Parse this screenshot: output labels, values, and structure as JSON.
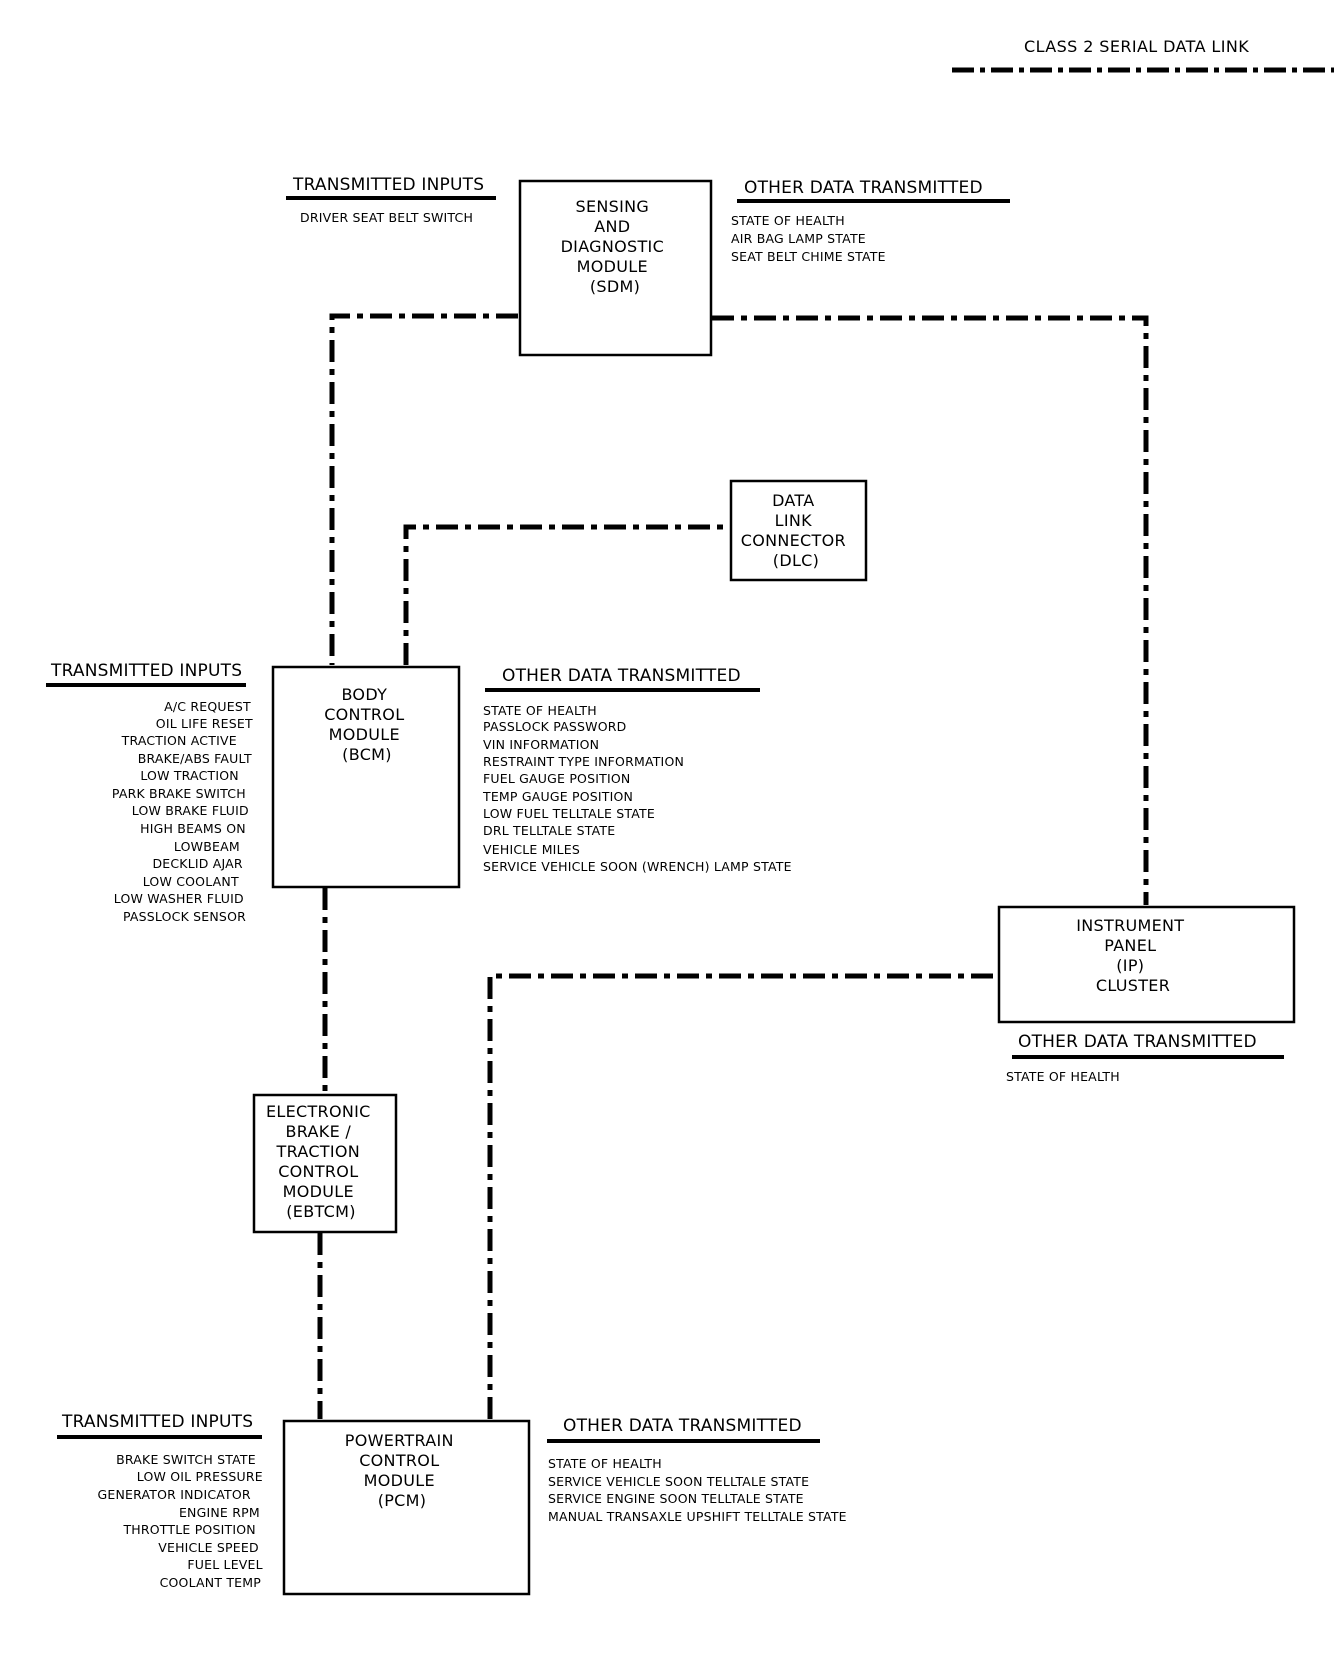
{
  "legend": {
    "label": "CLASS 2 SERIAL DATA LINK",
    "line_color": "#000000"
  },
  "modules": {
    "sdm": {
      "lines": [
        "SENSING",
        "AND",
        "DIAGNOSTIC",
        "MODULE",
        "(SDM)"
      ]
    },
    "dlc": {
      "lines": [
        "DATA",
        "LINK",
        "CONNECTOR",
        "(DLC)"
      ]
    },
    "bcm": {
      "lines": [
        "BODY",
        "CONTROL",
        "MODULE",
        "(BCM)"
      ]
    },
    "ip": {
      "lines": [
        "INSTRUMENT",
        "PANEL",
        "(IP)",
        "CLUSTER"
      ]
    },
    "ebtcm": {
      "lines": [
        "ELECTRONIC",
        "BRAKE /",
        "TRACTION",
        "CONTROL",
        "MODULE",
        "(EBTCM)"
      ]
    },
    "pcm": {
      "lines": [
        "POWERTRAIN",
        "CONTROL",
        "MODULE",
        "(PCM)"
      ]
    }
  },
  "sdm_inputs": {
    "heading": "TRANSMITTED INPUTS",
    "items": [
      "DRIVER SEAT BELT SWITCH"
    ]
  },
  "sdm_outputs": {
    "heading": "OTHER DATA TRANSMITTED",
    "items": [
      "STATE OF HEALTH",
      "AIR BAG LAMP STATE",
      "SEAT BELT CHIME STATE"
    ]
  },
  "bcm_inputs": {
    "heading": "TRANSMITTED INPUTS",
    "items": [
      "A/C REQUEST",
      "OIL LIFE RESET",
      "TRACTION ACTIVE",
      "BRAKE/ABS FAULT",
      "LOW TRACTION",
      "PARK BRAKE SWITCH",
      "LOW BRAKE FLUID",
      "HIGH BEAMS ON",
      "LOWBEAM",
      "DECKLID AJAR",
      "LOW COOLANT",
      "LOW WASHER FLUID",
      "PASSLOCK SENSOR"
    ]
  },
  "bcm_outputs": {
    "heading": "OTHER DATA TRANSMITTED",
    "items": [
      "STATE OF HEALTH",
      "PASSLOCK PASSWORD",
      "VIN INFORMATION",
      "RESTRAINT TYPE INFORMATION",
      "FUEL GAUGE POSITION",
      "TEMP GAUGE POSITION",
      "LOW FUEL TELLTALE STATE",
      "DRL TELLTALE STATE",
      "VEHICLE MILES",
      "SERVICE VEHICLE SOON (WRENCH) LAMP STATE"
    ]
  },
  "ip_outputs": {
    "heading": "OTHER DATA TRANSMITTED",
    "items": [
      "STATE OF HEALTH"
    ]
  },
  "pcm_inputs": {
    "heading": "TRANSMITTED INPUTS",
    "items": [
      "BRAKE SWITCH STATE",
      "LOW OIL PRESSURE",
      "GENERATOR INDICATOR",
      "ENGINE RPM",
      "THROTTLE POSITION",
      "VEHICLE SPEED",
      "FUEL LEVEL",
      "COOLANT TEMP"
    ]
  },
  "pcm_outputs": {
    "heading": "OTHER DATA TRANSMITTED",
    "items": [
      "STATE OF HEALTH",
      "SERVICE VEHICLE SOON TELLTALE STATE",
      "SERVICE ENGINE SOON TELLTALE STATE",
      "MANUAL TRANSAXLE UPSHIFT TELLTALE STATE"
    ]
  }
}
